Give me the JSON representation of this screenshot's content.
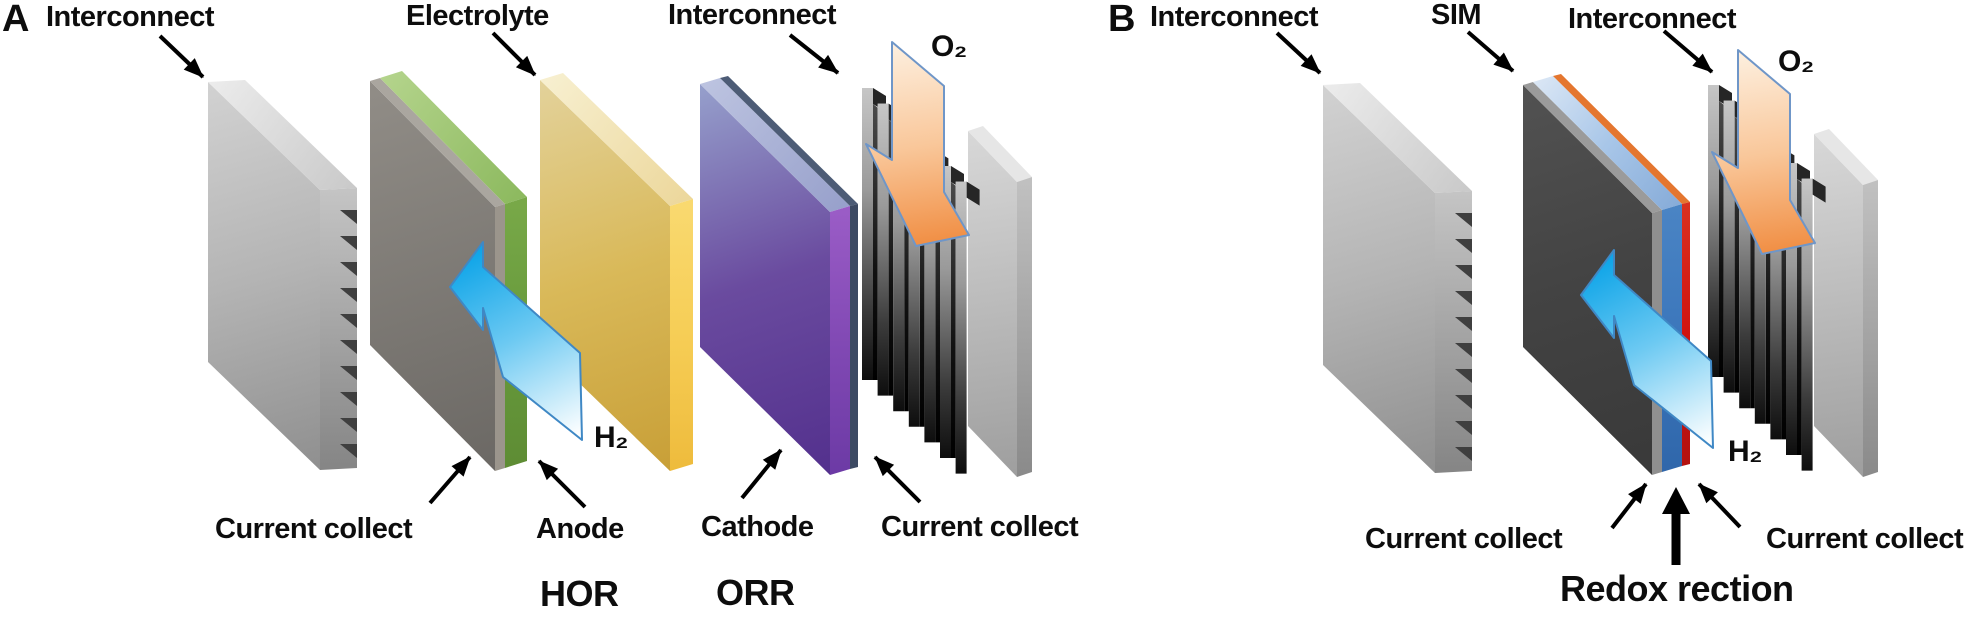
{
  "figure": {
    "panel_a": {
      "letter": "A",
      "labels": {
        "interconnect_left": "Interconnect",
        "electrolyte": "Electrolyte",
        "interconnect_right": "Interconnect",
        "o2": "O₂",
        "h2": "H₂",
        "current_collect_left": "Current collect",
        "anode": "Anode",
        "hor": "HOR",
        "cathode": "Cathode",
        "orr": "ORR",
        "current_collect_right": "Current collect"
      }
    },
    "panel_b": {
      "letter": "B",
      "labels": {
        "interconnect_left": "Interconnect",
        "sim": "SIM",
        "interconnect_right": "Interconnect",
        "o2": "O₂",
        "h2": "H₂",
        "current_collect_left": "Current collect",
        "redox_reaction": "Redox rection",
        "current_collect_right": "Current collect"
      }
    }
  },
  "colors": {
    "background": "#ffffff",
    "interconnect_gray": "#b4b4b4",
    "current_collect_gray": "#7b7772",
    "anode_green": "#679a3c",
    "electrolyte_yellow": "#d9b959",
    "electrolyte_edge": "#f6cd55",
    "cathode_blue": "#96a0cc",
    "cathode_purple": "#53308d",
    "cathode_edge": "#8149b4",
    "cathode_rim": "#3d4a63",
    "sim_dark": "#434343",
    "sim_blue": "#3b76bb",
    "sim_blue_top": "#a8c6e8",
    "sim_red": "#d01310",
    "sim_red_top": "#e4762f",
    "fin_gray": "#9a9a9a",
    "h2_arrow_blue": "#0fa5e8",
    "o2_arrow_orange": "#f08a3d",
    "annotation_black": "#000000",
    "label_text": "#0d0d0d"
  }
}
